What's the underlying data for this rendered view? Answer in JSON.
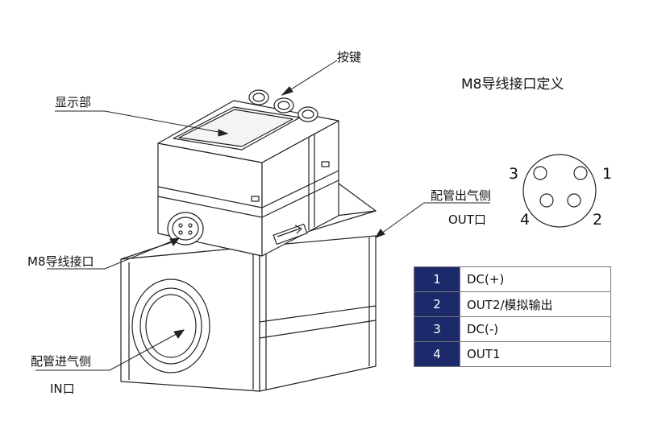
{
  "labels": {
    "buttons": "按键",
    "display": "显示部",
    "m8_title": "M8导线接口定义",
    "outlet": "配管出气侧",
    "outlet_port": "OUT口",
    "m8_port": "M8导线接口",
    "inlet": "配管进气侧",
    "inlet_port": "IN口"
  },
  "connector_pins": [
    "3",
    "1",
    "4",
    "2"
  ],
  "pin_table": {
    "rows": [
      {
        "pin": "1",
        "signal": "DC(+)"
      },
      {
        "pin": "2",
        "signal": "OUT2/模拟输出"
      },
      {
        "pin": "3",
        "signal": "DC(-)"
      },
      {
        "pin": "4",
        "signal": "OUT1"
      }
    ]
  },
  "colors": {
    "table_header_bg": "#1c2a6b",
    "line": "#222222",
    "text": "#111111"
  }
}
